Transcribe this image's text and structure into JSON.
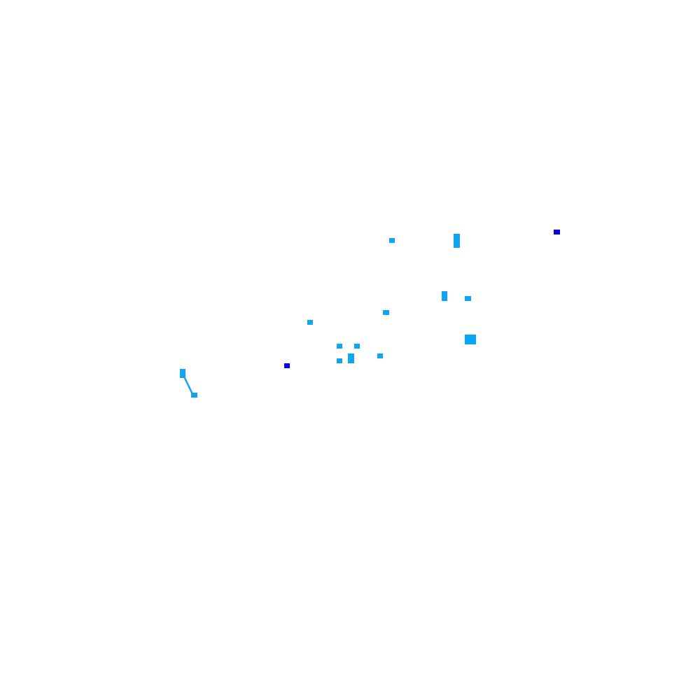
{
  "map": {
    "background_color": "#ffffff",
    "colors": {
      "light_feature": "#0ea5f5",
      "dark_feature": "#0a00e6"
    },
    "features": [
      {
        "kind": "block",
        "tone": "light_feature"
      },
      {
        "kind": "block",
        "tone": "light_feature"
      },
      {
        "kind": "block",
        "tone": "dark_feature"
      },
      {
        "kind": "block",
        "tone": "light_feature"
      },
      {
        "kind": "block",
        "tone": "light_feature"
      },
      {
        "kind": "block",
        "tone": "light_feature"
      },
      {
        "kind": "block",
        "tone": "light_feature"
      },
      {
        "kind": "block",
        "tone": "light_feature"
      },
      {
        "kind": "block",
        "tone": "light_feature"
      },
      {
        "kind": "block",
        "tone": "light_feature"
      },
      {
        "kind": "block",
        "tone": "light_feature"
      },
      {
        "kind": "block",
        "tone": "light_feature"
      },
      {
        "kind": "block",
        "tone": "light_feature"
      },
      {
        "kind": "block",
        "tone": "dark_feature"
      },
      {
        "kind": "block",
        "tone": "light_feature"
      },
      {
        "kind": "block",
        "tone": "light_feature"
      },
      {
        "kind": "connector",
        "tone": "light_feature"
      }
    ]
  }
}
